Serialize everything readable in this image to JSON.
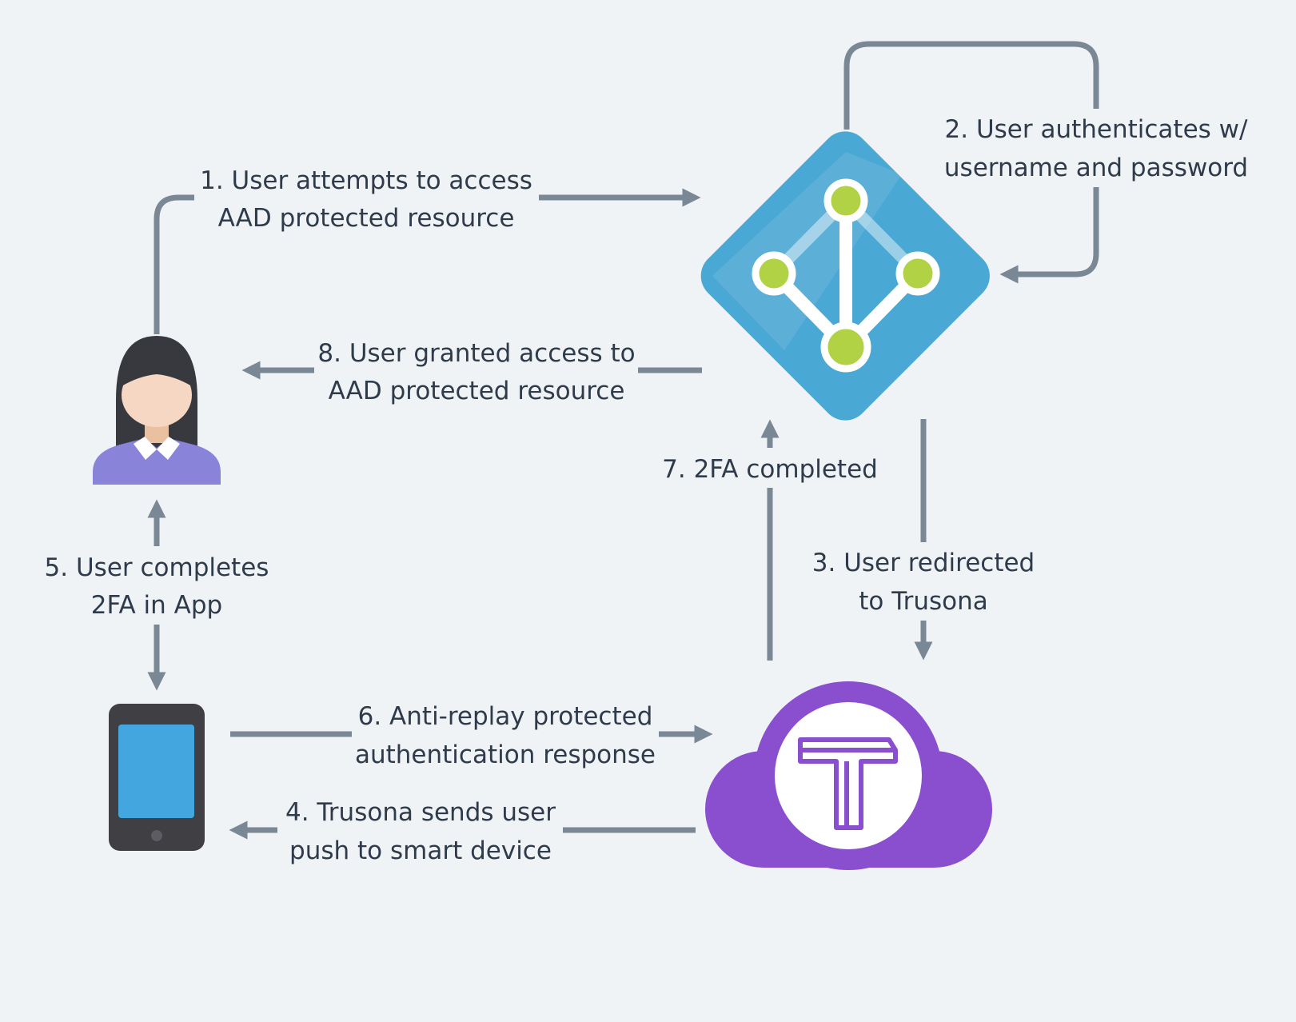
{
  "steps": {
    "step1": [
      "1. User attempts to access",
      "AAD protected resource"
    ],
    "step2": [
      "2. User authenticates w/",
      "username and password"
    ],
    "step3": [
      "3. User redirected",
      "to Trusona"
    ],
    "step4": [
      "4. Trusona sends user",
      "push to smart device"
    ],
    "step5": [
      "5. User completes",
      "2FA in App"
    ],
    "step6": [
      "6. Anti-replay protected",
      "authentication response"
    ],
    "step7": [
      "7. 2FA completed"
    ],
    "step8": [
      "8. User granted access to",
      "AAD protected resource"
    ]
  },
  "icons": {
    "user": "user-icon",
    "azure_ad": "azure-active-directory-icon",
    "phone": "smartphone-icon",
    "trusona": "trusona-cloud-icon"
  },
  "colors": {
    "background": "#eff3f6",
    "connector": "#7a8794",
    "azure_blue": "#4aa8d4",
    "azure_node": "#b1d244",
    "trusona_purple": "#8a4fcf",
    "phone_screen": "#44a6de",
    "user_shirt": "#8a83da"
  }
}
